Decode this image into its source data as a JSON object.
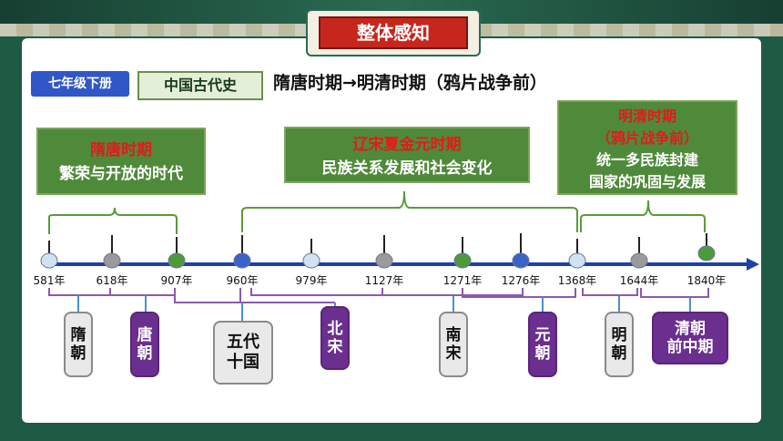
{
  "title": "整体感知",
  "tag_grade": "七年级下册",
  "tag_subject": "中国古代史",
  "main_title": "隋唐时期→明清时期（鸦片战争前）",
  "groups": [
    {
      "title": "隋唐时期",
      "subtitle": "繁荣与开放的时代"
    },
    {
      "title": "辽宋夏金元时期",
      "subtitle": "民族关系发展和社会变化"
    },
    {
      "title_line1": "明清时期",
      "title_line2": "（鸦片战争前）",
      "subtitle_line1": "统一多民族封建",
      "subtitle_line2": "国家的巩固与发展"
    }
  ],
  "years": [
    "581年",
    "618年",
    "907年",
    "960年",
    "979年",
    "1127年",
    "1271年",
    "1276年",
    "1368年",
    "1644年",
    "1840年"
  ],
  "dot_colors": [
    "#cfe3f3",
    "#9a9a9a",
    "#4e9a3a",
    "#3a63c8",
    "#cfe3f3",
    "#9a9a9a",
    "#4e9a3a",
    "#3a63c8",
    "#cfe3f3",
    "#9a9a9a",
    "#4e9a3a"
  ],
  "periods": [
    {
      "l1": "隋",
      "l2": "朝"
    },
    {
      "l1": "唐",
      "l2": "朝"
    },
    {
      "l1": "五代",
      "l2": "十国"
    },
    {
      "l1": "北",
      "l2": "宋"
    },
    {
      "l1": "南",
      "l2": "宋"
    },
    {
      "l1": "元",
      "l2": "朝"
    },
    {
      "l1": "明",
      "l2": "朝"
    },
    {
      "l1": "清朝",
      "l2": "前中期"
    }
  ]
}
